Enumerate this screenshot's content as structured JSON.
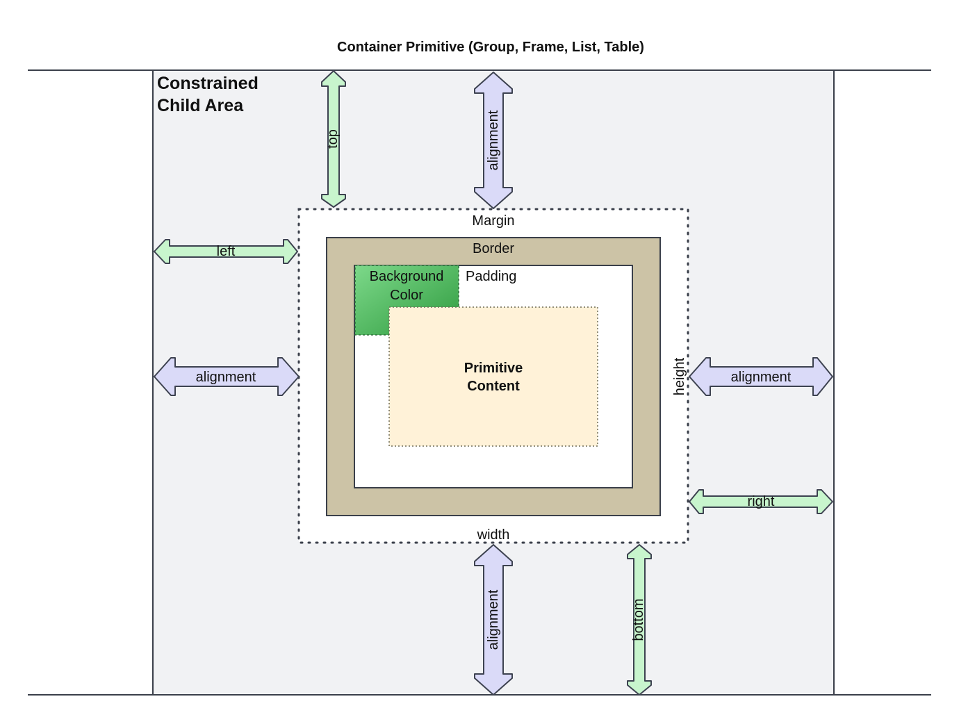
{
  "title": "Container Primitive (Group, Frame, List, Table)",
  "child_area": {
    "line1": "Constrained",
    "line2": "Child Area"
  },
  "box_model": {
    "margin": "Margin",
    "border": "Border",
    "padding": "Padding",
    "background_line1": "Background",
    "background_line2": "Color",
    "content_line1": "Primitive",
    "content_line2": "Content",
    "width": "width",
    "height": "height"
  },
  "arrows": {
    "top": "top",
    "left": "left",
    "right": "right",
    "bottom": "bottom",
    "alignment_top": "alignment",
    "alignment_left": "alignment",
    "alignment_right": "alignment",
    "alignment_bottom": "alignment"
  },
  "colors": {
    "child_area_fill": "#f1f2f4",
    "border_fill": "#ccc3a6",
    "content_fill": "#fff2d8",
    "background_gradient_start": "#7dd98a",
    "background_gradient_end": "#2e9a3e",
    "offset_arrow_fill": "#c8f5cd",
    "alignment_arrow_fill": "#dadaf8"
  }
}
